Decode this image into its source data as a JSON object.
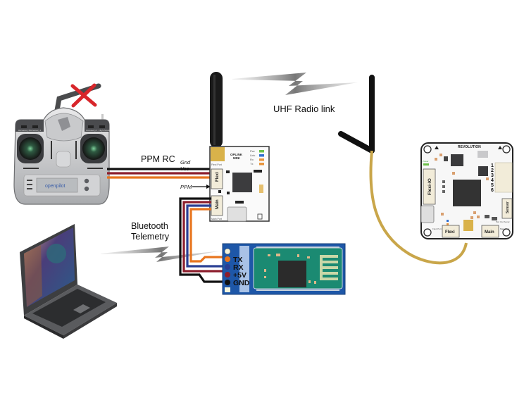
{
  "diagram": {
    "title": "OPLink Mini wiring with transmitter, laptop and Revolution flight controller",
    "labels": {
      "ppm_rc": "PPM RC",
      "gnd": "Gnd",
      "vcc": "Vcc",
      "ppm": "PPM",
      "bluetooth_line1": "Bluetooth",
      "bluetooth_line2": "Telemetry",
      "uhf_link": "UHF Radio link"
    },
    "transmitter": {
      "brand": "openpilot",
      "switch_labels": [
        "Accessory 0",
        "Accessory 1",
        "Accessory 2",
        "Flight Mode"
      ],
      "antenna_status": "disabled"
    },
    "oplink": {
      "name_line1": "OPLINK",
      "name_line2": "MINI",
      "leds": [
        {
          "label": "Pwr",
          "color": "#6cc04a"
        },
        {
          "label": "Link",
          "color": "#2f6fd0"
        },
        {
          "label": "Rx",
          "color": "#e8953e"
        },
        {
          "label": "Tx",
          "color": "#e8953e"
        }
      ],
      "ports": {
        "flexi": "Flexi",
        "flexi_sub": "Flexi Port",
        "main": "Main",
        "main_sub": "Main Port"
      }
    },
    "bluetooth_module": {
      "pins": [
        "TX",
        "RX",
        "+5V",
        "GND"
      ],
      "pin_colors": [
        "#e8751e",
        "#2a3f94",
        "#8c1d2c",
        "#111111"
      ]
    },
    "revolution": {
      "name": "REVOLUTION",
      "power_label": "Power",
      "flexi_io": "Flexi-IO",
      "sensor": "Sensor",
      "sensor_sub": "Pwr Out Sonar",
      "flexi": "Flexi",
      "flexi_sub": "Flexi Port",
      "main": "Main",
      "main_sub": "Main Port",
      "servo_rows": [
        "1",
        "2",
        "3",
        "4",
        "5",
        "6"
      ]
    },
    "wires": {
      "ppm_colors": [
        "#111111",
        "#8c1d2c",
        "#e8751e"
      ],
      "antenna_cable": "#c9a64a"
    }
  }
}
